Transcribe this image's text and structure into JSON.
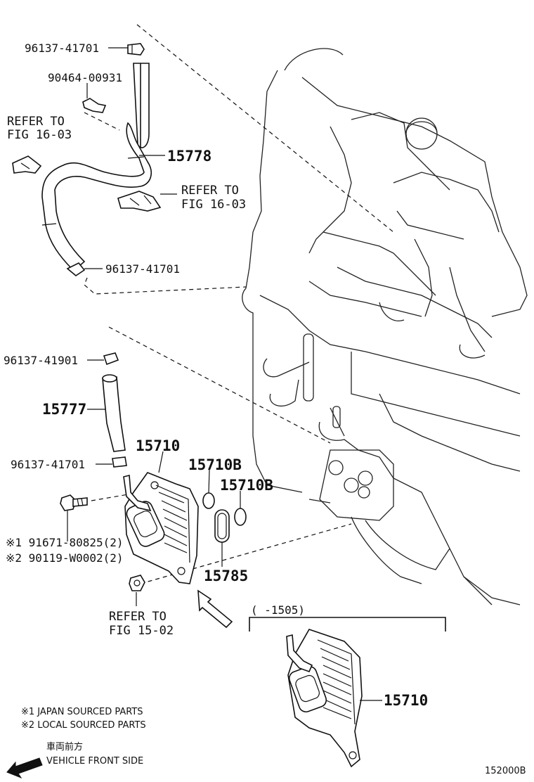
{
  "labels": {
    "clip_top": "96137-41701",
    "clamp_top": "90464-00931",
    "refer_left_1": "REFER TO",
    "refer_left_2": "FIG 16-03",
    "hose_upper": "15778",
    "refer_mid_1": "REFER TO",
    "refer_mid_2": "FIG 16-03",
    "clip_mid": "96137-41701",
    "clip_lower": "96137-41901",
    "hose_lower": "15777",
    "clip_cooler": "96137-41701",
    "cooler": "15710",
    "gasket_1": "15710B",
    "gasket_2": "15710B",
    "bolt_1": "※1 91671-80825(2)",
    "bolt_2": "※2 90119-W0002(2)",
    "oring": "15785",
    "refer_bot_1": "REFER TO",
    "refer_bot_2": "FIG 15-02",
    "range": "(      -1505)",
    "cooler_alt": "15710"
  },
  "notes": {
    "japan": "※1 JAPAN SOURCED PARTS",
    "local": "※2 LOCAL SOURCED PARTS",
    "front_jp": "車両前方",
    "front_en": "VEHICLE FRONT SIDE"
  },
  "figure_id": "152000B"
}
